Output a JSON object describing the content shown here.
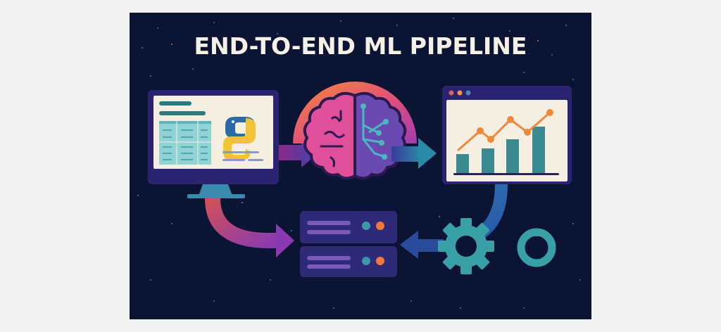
{
  "poster": {
    "title": "END-TO-END ML PIPELINE",
    "stages": [
      {
        "name": "data-preparation",
        "icon": "monitor-spreadsheet-python-icon"
      },
      {
        "name": "model-training",
        "icon": "brain-circuit-icon"
      },
      {
        "name": "evaluation",
        "icon": "chart-window-icon"
      },
      {
        "name": "deployment",
        "icon": "server-stack-icon"
      },
      {
        "name": "automation",
        "icon": "gear-icon"
      }
    ],
    "colors": {
      "background": "#0c1433",
      "title": "#f6f1e6",
      "teal": "#3a9aa0",
      "orange": "#f0883a",
      "purple": "#3b2a78",
      "magenta": "#d94aa8"
    }
  }
}
